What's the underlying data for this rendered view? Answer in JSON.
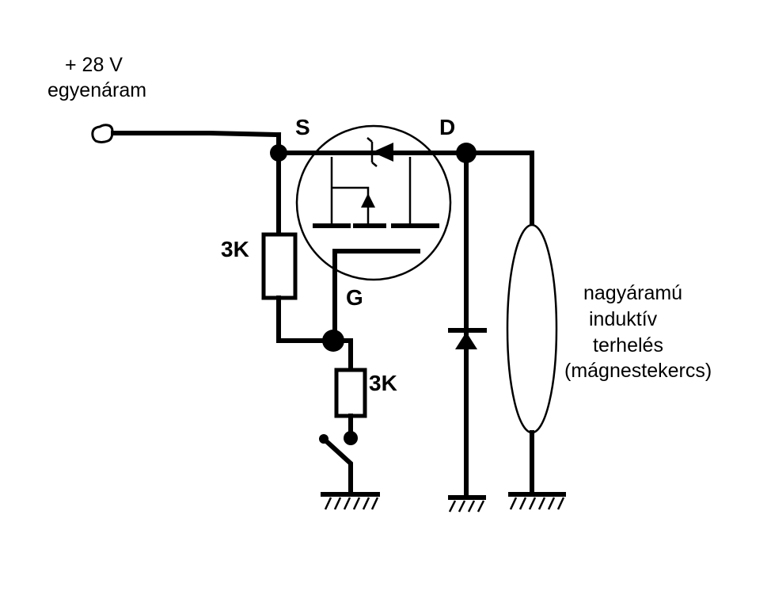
{
  "supply": {
    "line1": "+ 28 V",
    "line2": "egyenáram"
  },
  "terminals": {
    "source": "S",
    "drain": "D",
    "gate": "G"
  },
  "resistors": {
    "r1": "3K",
    "r2": "3K"
  },
  "load": {
    "line1": "nagyáramú",
    "line2": "induktív",
    "line3": "terhelés",
    "line4": "(mágnestekercs)"
  }
}
